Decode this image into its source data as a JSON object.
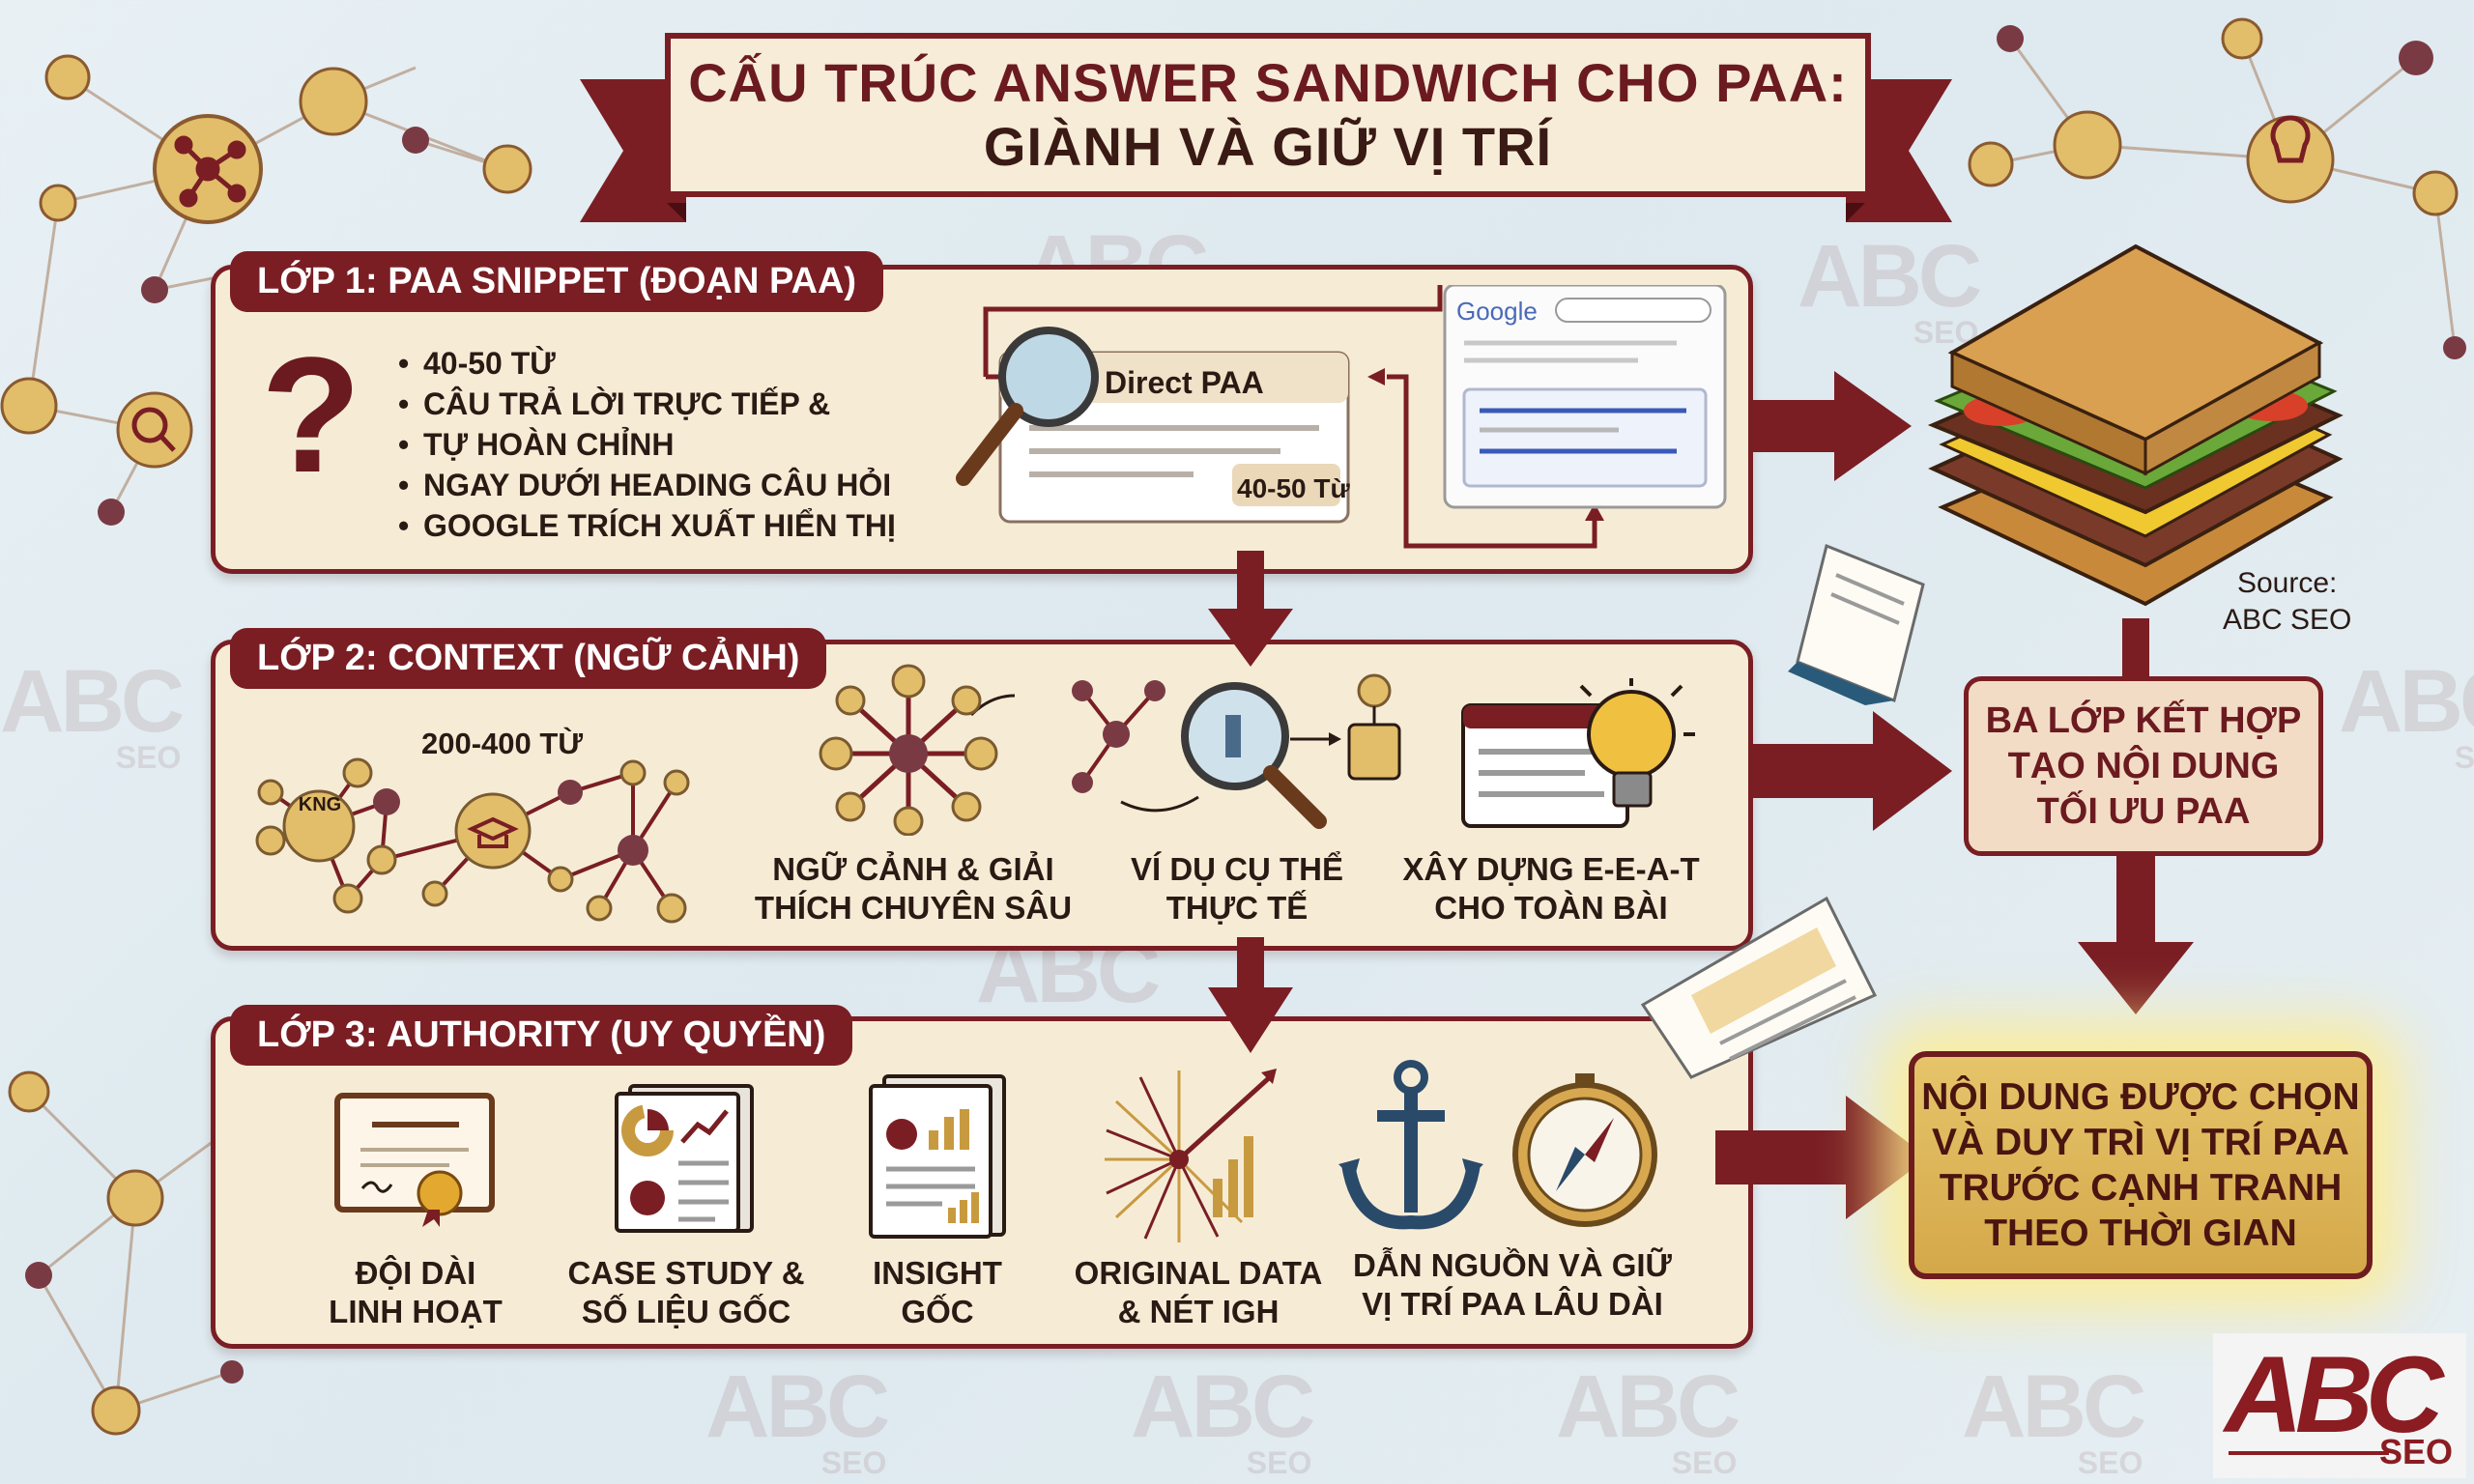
{
  "title": {
    "line1": "CẤU TRÚC ANSWER SANDWICH CHO PAA:",
    "line2": "GIÀNH VÀ GIỮ VỊ TRÍ"
  },
  "watermark": {
    "brand": "ABC",
    "sub": "SEO"
  },
  "layer1": {
    "tag": "LỚP 1: PAA SNIPPET (ĐOẠN PAA)",
    "bullets": [
      "40-50 TỪ",
      "CÂU TRẢ LỜI TRỰC TIẾP &",
      "TỰ HOÀN CHỈNH",
      "NGAY DƯỚI HEADING CÂU HỎI",
      "GOOGLE TRÍCH XUẤT HIỂN THỊ"
    ],
    "card_title": "Direct PAA",
    "card_badge": "40-50 Từ",
    "google_logo": "Google"
  },
  "layer2": {
    "tag": "LỚP 2: CONTEXT (NGỮ CẢNH)",
    "word_count": "200-400 TỪ",
    "node_label": "KNG",
    "items": [
      {
        "line1": "NGỮ CẢNH & GIẢI",
        "line2": "THÍCH CHUYÊN SÂU",
        "icon": "network-icon"
      },
      {
        "line1": "VÍ DỤ CỤ THỂ",
        "line2": "THỰC TẾ",
        "icon": "magnifier-icon"
      },
      {
        "line1": "XÂY DỰNG E-E-A-T",
        "line2": "CHO TOÀN BÀI",
        "icon": "lightbulb-icon"
      }
    ]
  },
  "layer3": {
    "tag": "LỚP 3: AUTHORITY (UY QUYỀN)",
    "items": [
      {
        "line1": "ĐỘI DÀI",
        "line2": "LINH HOẠT",
        "icon": "certificate-icon"
      },
      {
        "line1": "CASE STUDY &",
        "line2": "SỐ LIỆU GỐC",
        "icon": "report-icon"
      },
      {
        "line1": "INSIGHT",
        "line2": "GỐC",
        "icon": "chart-document-icon"
      },
      {
        "line1": "ORIGINAL DATA",
        "line2": "& NÉT IGH",
        "icon": "data-burst-icon"
      },
      {
        "line1": "DẪN NGUỒN VÀ GIỮ",
        "line2": "VỊ TRÍ PAA LÂU DÀI",
        "icon": "anchor-compass-icon"
      }
    ]
  },
  "combine_box": {
    "lines": [
      "BA LỚP KẾT HỢP",
      "TẠO NỘI DUNG",
      "TỐI ƯU PAA"
    ]
  },
  "final_box": {
    "lines": [
      "NỘI DUNG ĐƯỢC CHỌN",
      "VÀ DUY TRÌ VỊ TRÍ PAA",
      "TRƯỚC CẠNH TRANH",
      "THEO THỜI GIAN"
    ]
  },
  "source": {
    "line1": "Source:",
    "line2": "ABC SEO"
  },
  "logo": {
    "brand": "ABC",
    "sub": "SEO"
  },
  "colors": {
    "maroon": "#7a1e24",
    "cream": "#f6ecd6",
    "gold": "#d4a84a",
    "nodes": "#e2bd6a"
  }
}
